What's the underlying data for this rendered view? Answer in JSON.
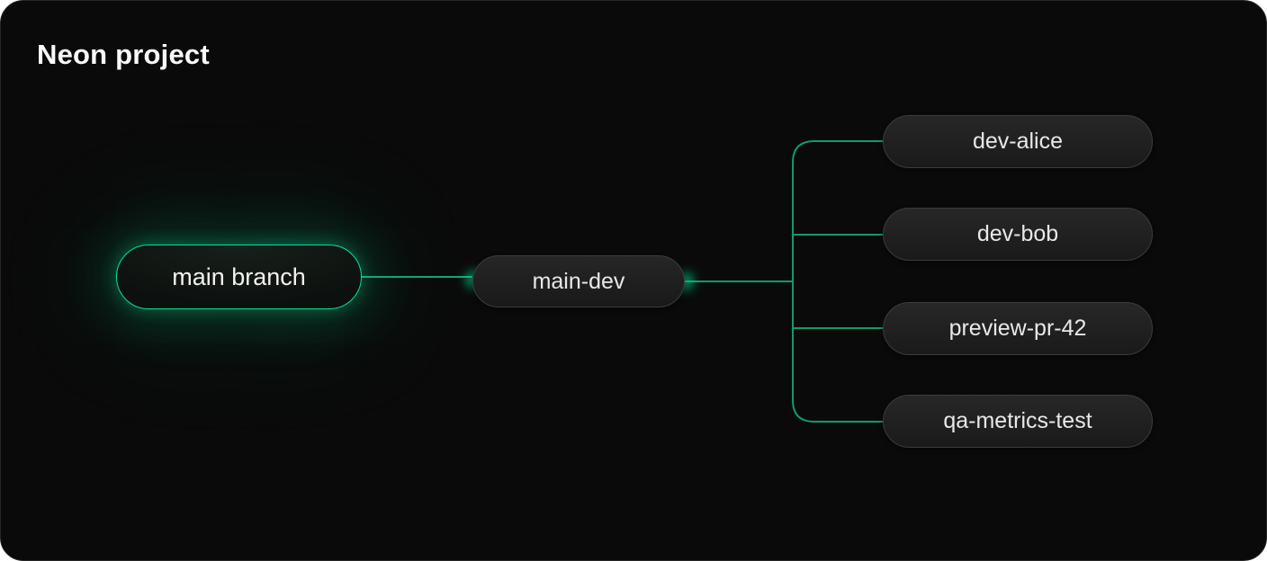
{
  "page": {
    "title": "Neon project"
  },
  "colors": {
    "accent_green": "#00e599",
    "connector_green": "#0f9b6c",
    "pill_background": "#1f1f1f",
    "canvas_background": "#0a0a0a"
  },
  "tree": {
    "root": {
      "label": "main branch"
    },
    "mid": {
      "label": "main-dev"
    },
    "children": [
      {
        "label": "dev-alice"
      },
      {
        "label": "dev-bob"
      },
      {
        "label": "preview-pr-42"
      },
      {
        "label": "qa-metrics-test"
      }
    ]
  }
}
